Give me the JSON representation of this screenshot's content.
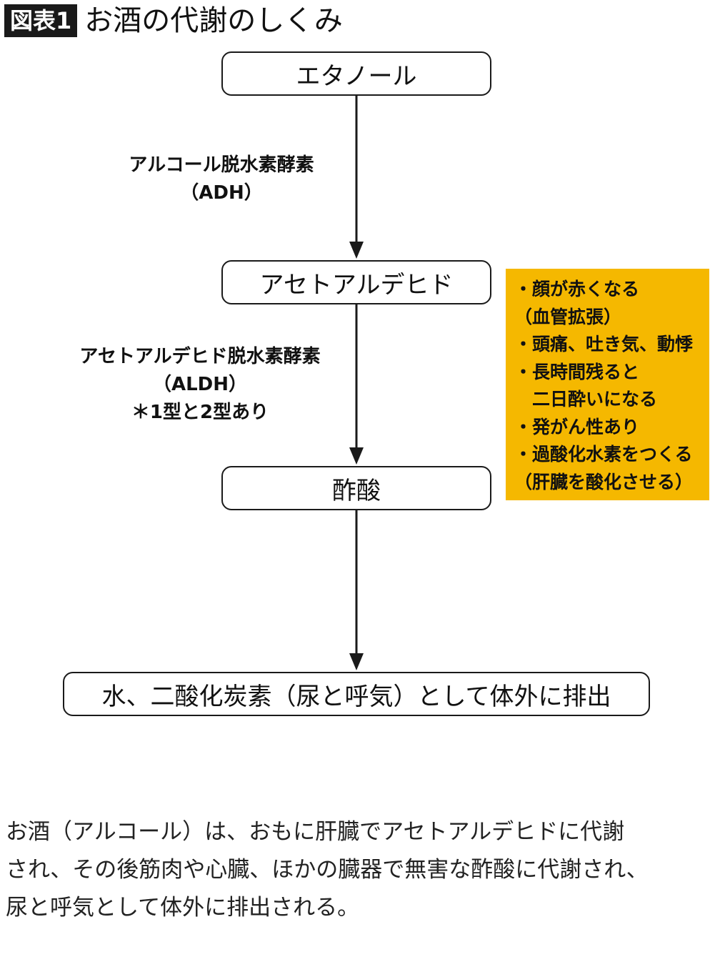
{
  "header": {
    "badge": "図表1",
    "title": "お酒の代謝のしくみ"
  },
  "nodes": {
    "ethanol": "エタノール",
    "acetaldehyde": "アセトアルデヒド",
    "acetic_acid": "酢酸",
    "excretion": "水、二酸化炭素（尿と呼気）として体外に排出"
  },
  "enzymes": {
    "adh": [
      "アルコール脱水素酵素",
      "（ADH）"
    ],
    "aldh": [
      "アセトアルデヒド脱水素酵素",
      "（ALDH）",
      "＊1型と2型あり"
    ]
  },
  "effects": {
    "lines": [
      "・顔が赤くなる",
      "（血管拡張）",
      "・頭痛、吐き気、動悸",
      "・長時間残ると",
      "　二日酔いになる",
      "・発がん性あり",
      "・過酸化水素をつくる",
      "（肝臓を酸化させる）"
    ],
    "color": "#f5b800"
  },
  "caption": {
    "lines": [
      "お酒（アルコール）は、おもに肝臓でアセトアルデヒドに代謝",
      "され、その後筋肉や心臓、ほかの臓器で無害な酢酸に代謝され、",
      "尿と呼気として体外に排出される。"
    ]
  }
}
